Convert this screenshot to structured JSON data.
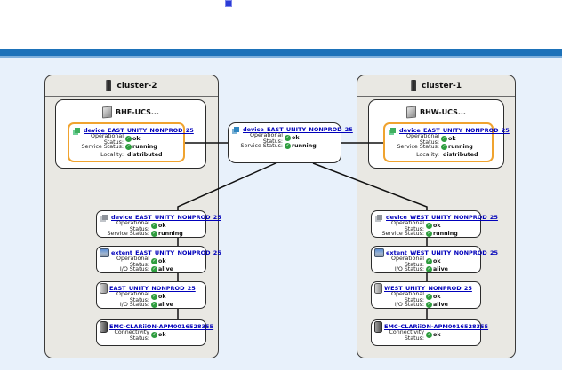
{
  "clusters": [
    {
      "title": "cluster-2",
      "host": {
        "title": "BHE-UCS...",
        "device": {
          "title": "device_EAST_UNITY_NONPROD_25",
          "rows": [
            {
              "label": "Operational Status:",
              "value": "ok",
              "status_icon": "green-check"
            },
            {
              "label": "Service Status:",
              "value": "running",
              "status_icon": "green-check"
            },
            {
              "label": "Locality:",
              "value": "distributed",
              "status_icon": "none"
            }
          ]
        }
      },
      "column": [
        {
          "icon": "local-device-icon",
          "title": "device_EAST_UNITY_NONPROD_25",
          "rows": [
            {
              "label": "Operational Status:",
              "value": "ok",
              "status_icon": "green-check"
            },
            {
              "label": "Service Status:",
              "value": "running",
              "status_icon": "green-check"
            }
          ]
        },
        {
          "icon": "extent-icon",
          "title": "extent_EAST_UNITY_NONPROD_25",
          "rows": [
            {
              "label": "Operational Status:",
              "value": "ok",
              "status_icon": "green-check"
            },
            {
              "label": "I/O Status:",
              "value": "alive",
              "status_icon": "green-check"
            }
          ]
        },
        {
          "icon": "storage-volume-icon",
          "title": "EAST_UNITY_NONPROD_25",
          "rows": [
            {
              "label": "Operational Status:",
              "value": "ok",
              "status_icon": "green-check"
            },
            {
              "label": "I/O Status:",
              "value": "alive",
              "status_icon": "green-check"
            }
          ]
        },
        {
          "icon": "storage-array-icon",
          "title": "EMC-CLARiiON-APM0016528355",
          "rows": [
            {
              "label": "Connectivity Status:",
              "value": "ok",
              "status_icon": "green-check"
            }
          ]
        }
      ]
    },
    {
      "title": "cluster-1",
      "host": {
        "title": "BHW-UCS...",
        "device": {
          "title": "device_EAST_UNITY_NONPROD_25",
          "rows": [
            {
              "label": "Operational Status:",
              "value": "ok",
              "status_icon": "green-check"
            },
            {
              "label": "Service Status:",
              "value": "running",
              "status_icon": "green-check"
            },
            {
              "label": "Locality:",
              "value": "distributed",
              "status_icon": "none"
            }
          ]
        }
      },
      "column": [
        {
          "icon": "local-device-icon",
          "title": "device_WEST_UNITY_NONPROD_25",
          "rows": [
            {
              "label": "Operational Status:",
              "value": "ok",
              "status_icon": "green-check"
            },
            {
              "label": "Service Status:",
              "value": "running",
              "status_icon": "green-check"
            }
          ]
        },
        {
          "icon": "extent-icon",
          "title": "extent_WEST_UNITY_NONPROD_25",
          "rows": [
            {
              "label": "Operational Status:",
              "value": "ok",
              "status_icon": "green-check"
            },
            {
              "label": "I/O Status:",
              "value": "alive",
              "status_icon": "green-check"
            }
          ]
        },
        {
          "icon": "storage-volume-icon",
          "title": "WEST_UNITY_NONPROD_25",
          "rows": [
            {
              "label": "Operational Status:",
              "value": "ok",
              "status_icon": "green-check"
            },
            {
              "label": "I/O Status:",
              "value": "alive",
              "status_icon": "green-check"
            }
          ]
        },
        {
          "icon": "storage-array-icon",
          "title": "EMC-CLARiiON-APM0016528355",
          "rows": [
            {
              "label": "Connectivity Status:",
              "value": "ok",
              "status_icon": "green-check"
            }
          ]
        }
      ]
    }
  ],
  "center_node": {
    "icon": "distributed-device-icon",
    "title": "device_EAST_UNITY_NONPROD_25",
    "rows": [
      {
        "label": "Operational Status:",
        "value": "ok",
        "status_icon": "green-check"
      },
      {
        "label": "Service Status:",
        "value": "running",
        "status_icon": "green-check"
      }
    ]
  },
  "colors": {
    "topbar_blue": "#1d72b9",
    "canvas_blue": "#e8f1fb",
    "cluster_fill": "#e9e8e3",
    "node_border": "#2b2b2b",
    "highlight_orange": "#f0a32f",
    "link_blue": "#0000bb",
    "status_green": "#2f9d3f",
    "connector_black": "#111111"
  }
}
